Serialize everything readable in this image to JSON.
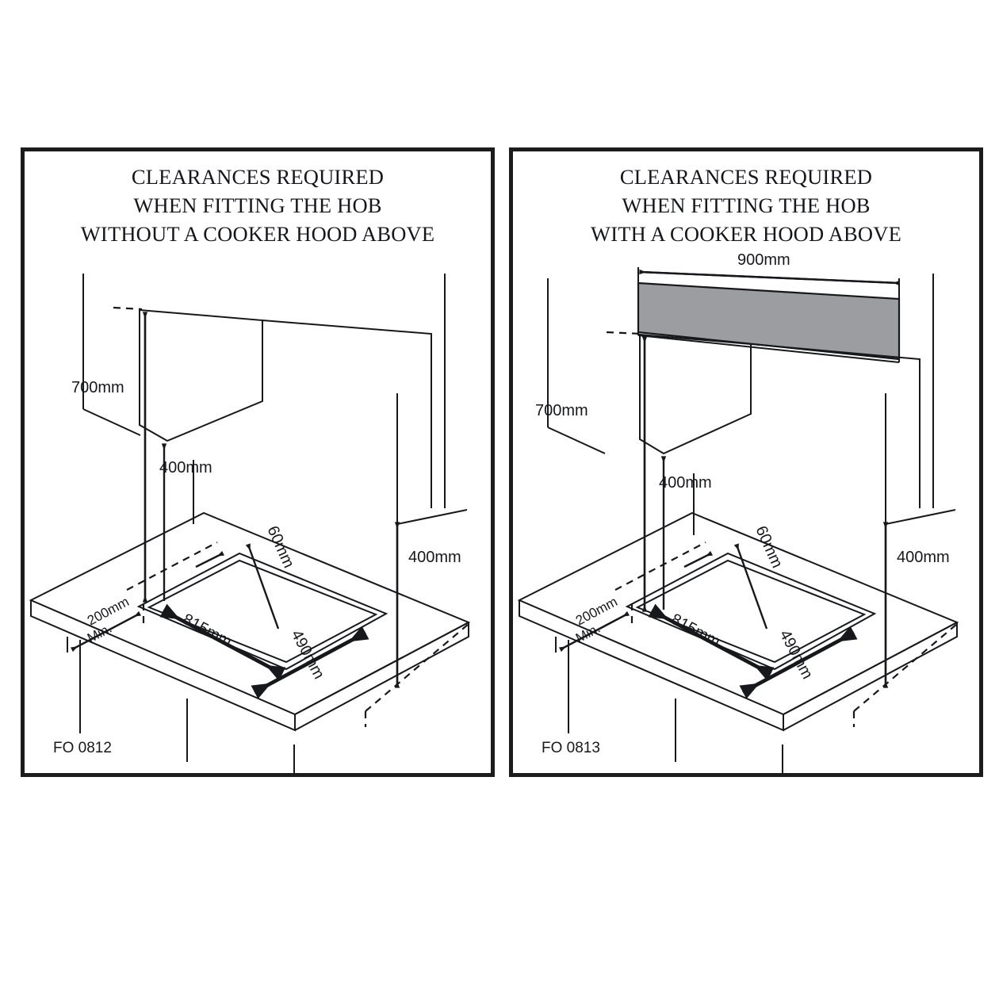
{
  "document": {
    "kind": "installation-clearance-diagram",
    "background_color": "#ffffff",
    "ink_color": "#17181c",
    "hood_fill_color": "#9c9da0"
  },
  "panels": [
    {
      "id": "without-hood",
      "title": "CLEARANCES REQUIRED\nWHEN FITTING THE HOB\nWITHOUT A COOKER HOOD ABOVE",
      "code": "FO 0812",
      "has_cooker_hood": false,
      "dimensions": {
        "ceiling_to_worktop": "700mm",
        "cabinet_to_worktop": "400mm",
        "right_wall_to_worktop": "400mm",
        "rear_edge_to_hob": "60mm",
        "side_clearance": "200mm",
        "side_clearance_qualifier": "Min.",
        "hob_width": "815mm",
        "hob_depth": "490mm"
      }
    },
    {
      "id": "with-hood",
      "title": "CLEARANCES REQUIRED\nWHEN FITTING THE HOB\nWITH A COOKER HOOD ABOVE",
      "code": "FO 0813",
      "has_cooker_hood": true,
      "dimensions": {
        "cooker_hood_width": "900mm",
        "ceiling_to_worktop": "700mm",
        "cabinet_to_worktop": "400mm",
        "right_wall_to_worktop": "400mm",
        "rear_edge_to_hob": "60mm",
        "side_clearance": "200mm",
        "side_clearance_qualifier": "Min.",
        "hob_width": "815mm",
        "hob_depth": "490mm"
      }
    }
  ]
}
